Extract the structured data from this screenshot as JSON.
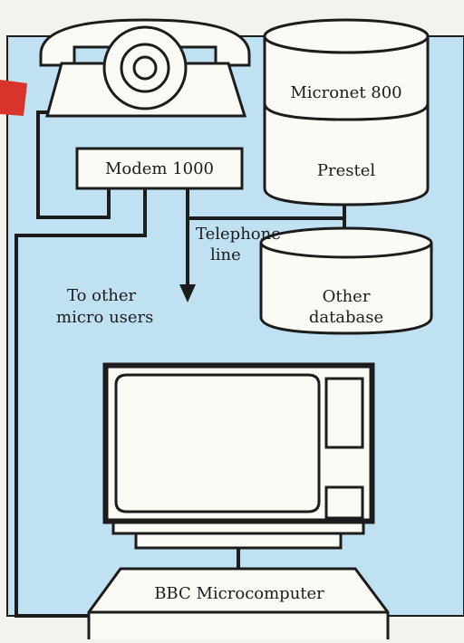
{
  "diagram": {
    "nodes": {
      "telephone": {
        "kind": "telephone"
      },
      "modem": {
        "label": "Modem 1000"
      },
      "micronet": {
        "label": "Micronet 800"
      },
      "prestel": {
        "label": "Prestel"
      },
      "other_db": {
        "line1": "Other",
        "line2": "database"
      },
      "monitor": {
        "kind": "monitor"
      },
      "bbc": {
        "label": "BBC Microcomputer"
      }
    },
    "edges": {
      "telephone_line": {
        "line1": "Telephone",
        "line2": "line"
      },
      "other_users": {
        "line1": "To other",
        "line2": "micro users"
      }
    },
    "colors": {
      "background": "#bfe1f2",
      "line": "#1c1c1c",
      "shape_fill": "#fbfbf6",
      "accent": "#d8342c"
    }
  }
}
